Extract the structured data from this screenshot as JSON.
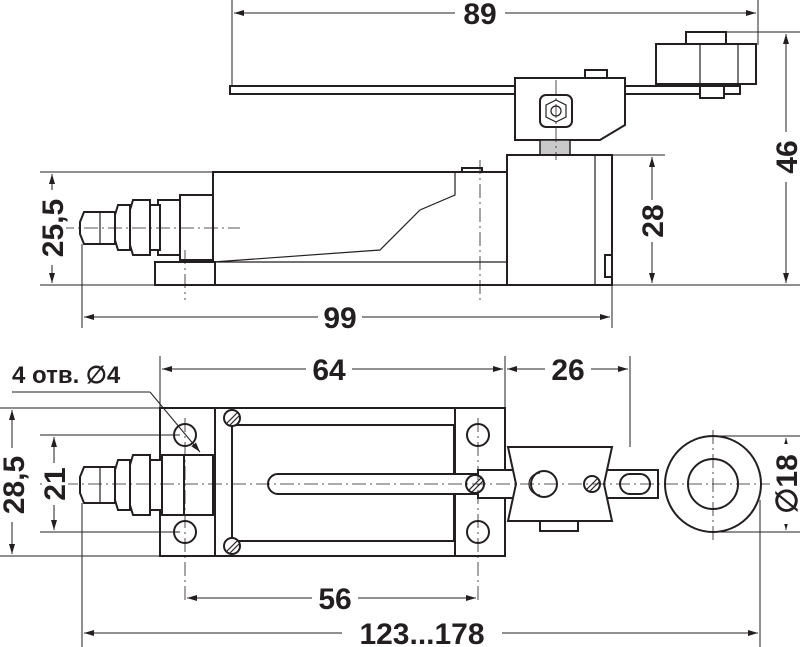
{
  "drawing": {
    "top_view": {
      "dim_lever_length": "89",
      "dim_total_height": "46",
      "dim_base_height": "25,5",
      "dim_head_height": "28",
      "dim_body_length": "99"
    },
    "plan_view": {
      "dim_mount_spacing": "64",
      "dim_head_offset": "26",
      "dim_holes_note": "4 отв. ∅4",
      "dim_base_width": "28,5",
      "dim_hole_spacing": "21",
      "dim_roller_diameter": "∅18",
      "dim_hole_distance": "56",
      "dim_overall_length": "123...178"
    },
    "colors": {
      "line": "#231f20",
      "fill_gray": "#c9c9c9",
      "background": "#ffffff"
    }
  }
}
